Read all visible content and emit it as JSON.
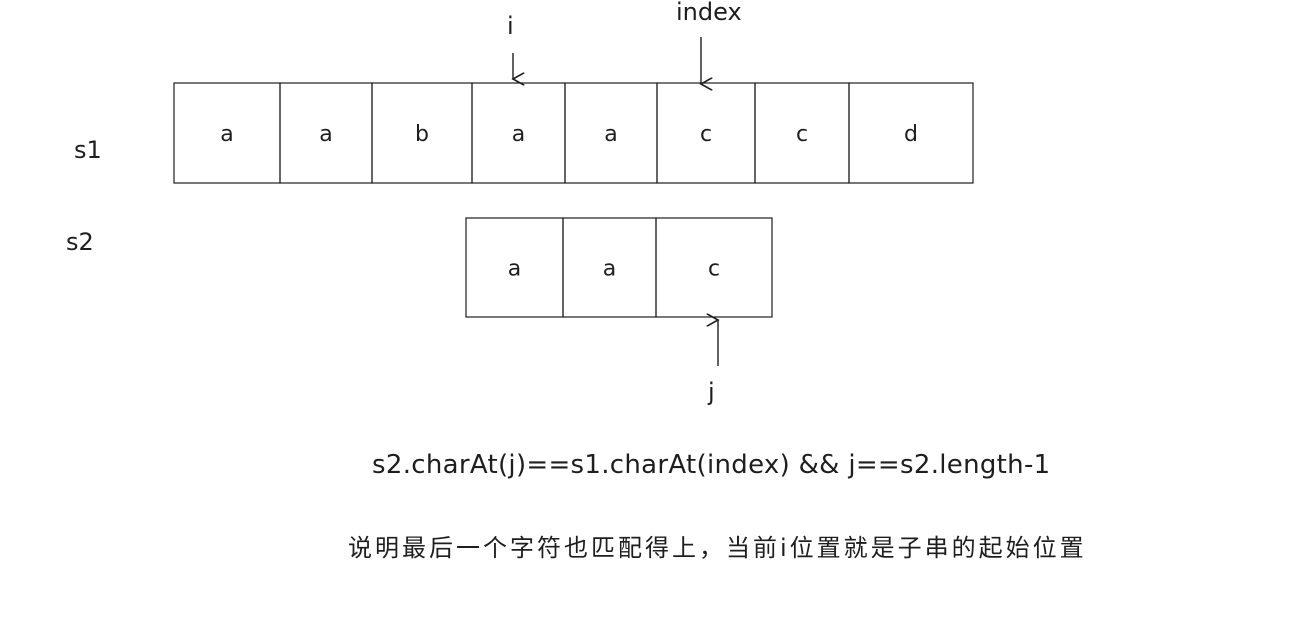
{
  "rows": {
    "s1": {
      "label": "s1",
      "cells": [
        "a",
        "a",
        "b",
        "a",
        "a",
        "c",
        "c",
        "d"
      ]
    },
    "s2": {
      "label": "s2",
      "cells": [
        "a",
        "a",
        "c"
      ]
    }
  },
  "pointers": {
    "i": "i",
    "index": "index",
    "j": "j"
  },
  "formula": "s2.charAt(j)==s1.charAt(index) && j==s2.length-1",
  "note": "说明最后一个字符也匹配得上，当前i位置就是子串的起始位置"
}
